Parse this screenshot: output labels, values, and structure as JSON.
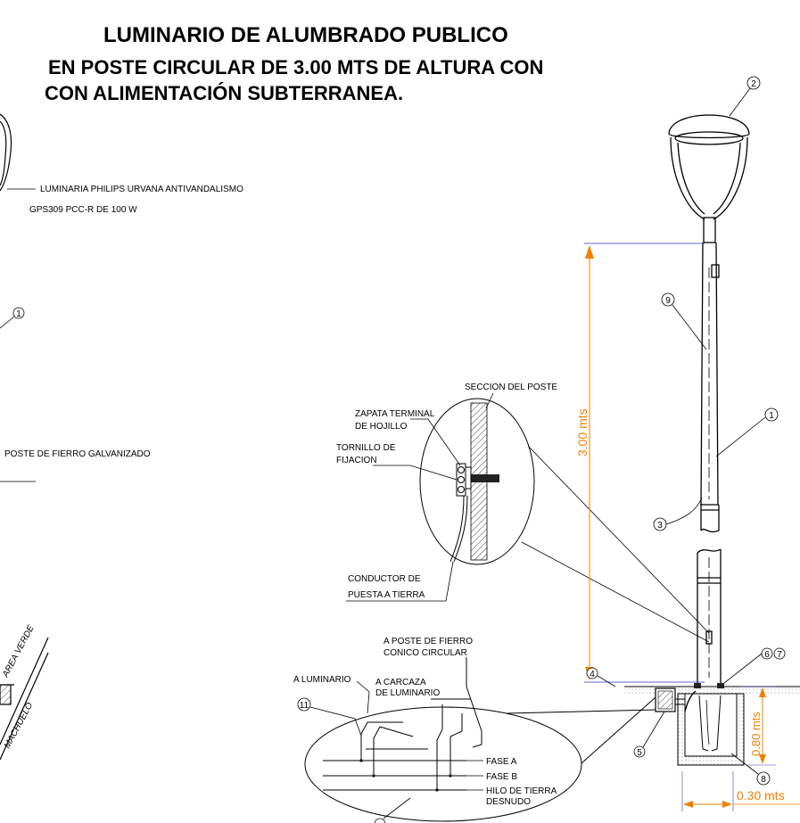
{
  "title": {
    "line1": "LUMINARIO DE ALUMBRADO PUBLICO",
    "line2": "EN POSTE CIRCULAR DE 3.00 MTS DE ALTURA  CON",
    "line3": "CON ALIMENTACIÓN SUBTERRANEA."
  },
  "left_labels": {
    "luminaria_line1": "LUMINARIA PHILIPS URVANA ANTIVANDALISMO",
    "luminaria_line2": "GPS309 PCC-R DE 100 W",
    "poste": "POSTE DE FIERRO GALVANIZADO",
    "area_verde": "AREA VERDE",
    "machuelo": "MACHUELO"
  },
  "detail_labels": {
    "seccion_poste": "SECCION DEL POSTE",
    "zapata_line1": "ZAPATA TERMINAL",
    "zapata_line2": "DE HOJILLO",
    "tornillo_line1": "TORNILLO DE",
    "tornillo_line2": "FIJACION",
    "conductor_line1": "CONDUCTOR DE",
    "conductor_line2": "PUESTA A TIERRA"
  },
  "wiring_labels": {
    "a_poste_line1": "A POSTE DE FIERRO",
    "a_poste_line2": "CONICO CIRCULAR",
    "a_luminario": "A LUMINARIO",
    "a_carcaza_line1": "A CARCAZA",
    "a_carcaza_line2": "DE LUMINARIO",
    "fase_a": "FASE A",
    "fase_b": "FASE B",
    "hilo_line1": "HILO DE TIERRA",
    "hilo_line2": "DESNUDO"
  },
  "dimensions": {
    "height": "3.00 mts",
    "depth": "0.80 mts",
    "width": "0.30 mts"
  },
  "callouts": {
    "c1": "1",
    "c2": "2",
    "c3": "3",
    "c4": "4",
    "c5": "5",
    "c6": "6",
    "c7": "7",
    "c8": "8",
    "c9": "9",
    "c11": "11"
  },
  "colors": {
    "dimension": "#f08000",
    "dimension_line": "#3333cc",
    "hatch": "#555555"
  }
}
